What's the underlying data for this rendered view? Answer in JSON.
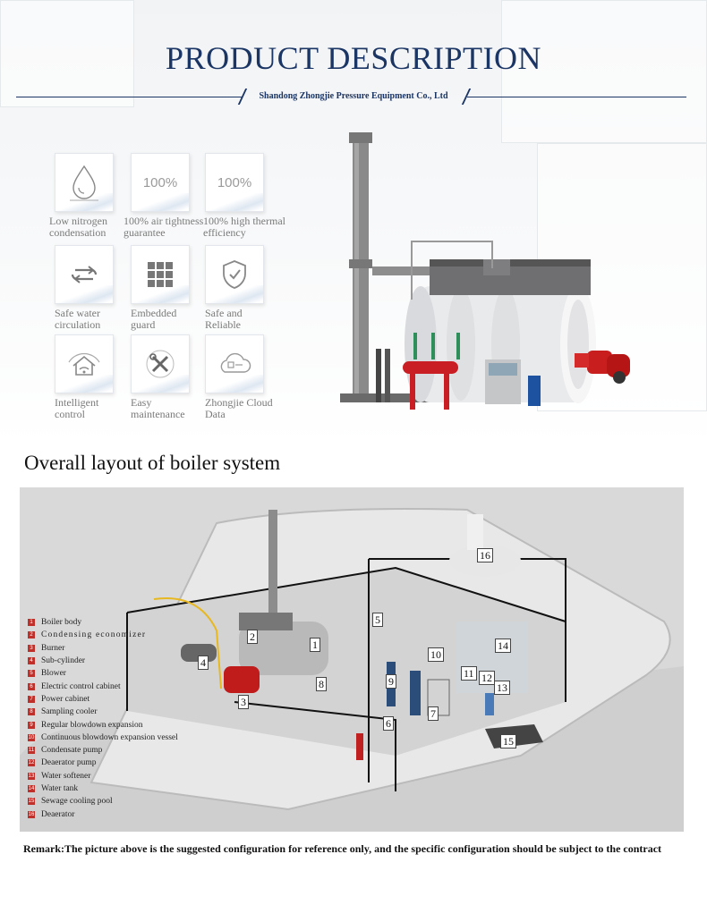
{
  "header": {
    "title": "PRODUCT DESCRIPTION",
    "subtitle": "Shandong Zhongjie Pressure Equipment Co., Ltd"
  },
  "features": [
    {
      "icon": "droplet-icon",
      "label": "Low nitrogen\ncondensation"
    },
    {
      "icon": "percent-text",
      "value": "100%",
      "label": "100% air tightness\nguarantee"
    },
    {
      "icon": "percent-text",
      "value": "100%",
      "label": "100% high thermal\nefficiency"
    },
    {
      "icon": "water-cycle-icon",
      "label": "Safe water\ncirculation"
    },
    {
      "icon": "grid-guard-icon",
      "label": "Embedded\nguard"
    },
    {
      "icon": "shield-check-icon",
      "label": " Safe and\nReliable"
    },
    {
      "icon": "wifi-home-icon",
      "label": "Intelligent\ncontrol"
    },
    {
      "icon": "tools-icon",
      "label": "Easy\nmaintenance"
    },
    {
      "icon": "cloud-data-icon",
      "label": "Zhongjie Cloud\nData"
    }
  ],
  "layout": {
    "heading": "Overall layout of boiler system",
    "legend": [
      {
        "num": "1",
        "label": "Boiler body"
      },
      {
        "num": "2",
        "label": "Condensing economizer"
      },
      {
        "num": "3",
        "label": "Burner"
      },
      {
        "num": "4",
        "label": "Sub-cylinder"
      },
      {
        "num": "5",
        "label": "Blower"
      },
      {
        "num": "6",
        "label": "Electric control cabinet"
      },
      {
        "num": "7",
        "label": "Power cabinet"
      },
      {
        "num": "8",
        "label": "Sampling cooler"
      },
      {
        "num": "9",
        "label": "Regular blowdown expansion"
      },
      {
        "num": "10",
        "label": "Continuous blowdown expansion vessel"
      },
      {
        "num": "11",
        "label": "Condensate pump"
      },
      {
        "num": "12",
        "label": "Deaerator pump"
      },
      {
        "num": "13",
        "label": "Water softener"
      },
      {
        "num": "14",
        "label": "Water tank"
      },
      {
        "num": "15",
        "label": "Sewage cooling pool"
      },
      {
        "num": "16",
        "label": "Deaerator"
      }
    ],
    "tags": [
      "1",
      "2",
      "3",
      "4",
      "5",
      "6",
      "7",
      "8",
      "9",
      "10",
      "11",
      "12",
      "13",
      "14",
      "15",
      "16"
    ]
  },
  "remark": "Remark:The picture above is the suggested configuration for reference only, and the specific configuration should be subject to the contract"
}
